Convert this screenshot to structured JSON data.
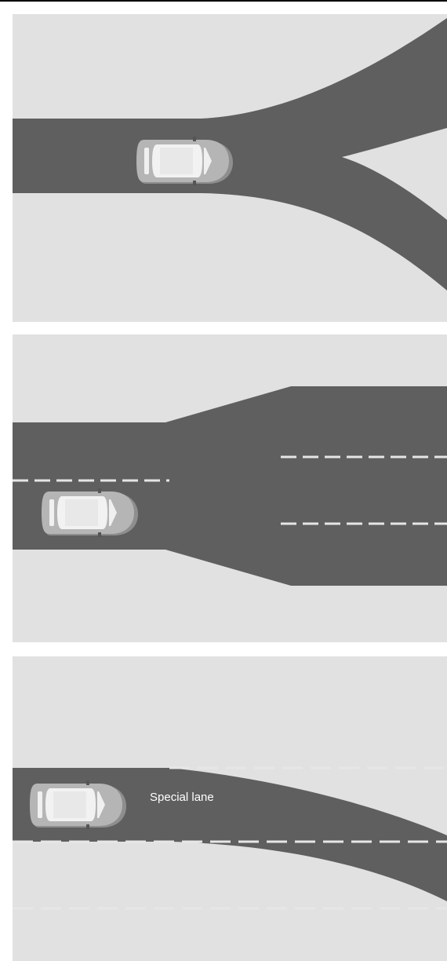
{
  "colors": {
    "background": "#e1e1e1",
    "road": "#5f5f5f",
    "lane_marking": "#e6e6e6",
    "car_body": "#b5b5b5",
    "car_shadow": "#8e8e8e",
    "car_glass": "#f2f2f2"
  },
  "panels": [
    {
      "name": "road-fork",
      "description_icon": "car-icon"
    },
    {
      "name": "road-widening",
      "description_icon": "car-icon"
    },
    {
      "name": "special-lane-exit",
      "description_icon": "car-icon"
    }
  ],
  "special_lane": {
    "label": "Special lane"
  }
}
